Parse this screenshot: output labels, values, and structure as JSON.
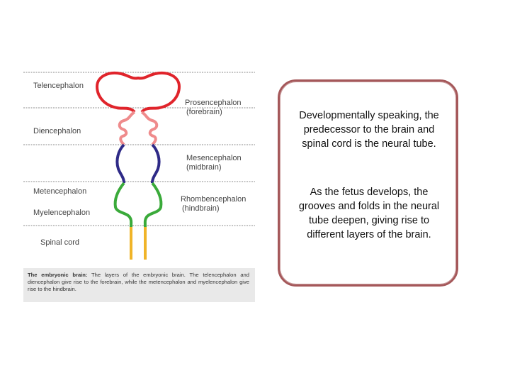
{
  "diagram": {
    "region_labels": {
      "telencephalon": "Telencephalon",
      "diencephalon": "Diencephalon",
      "metencephalon": "Metencephalon",
      "myelencephalon": "Myelencephalon",
      "spinal_cord": "Spinal cord"
    },
    "division_labels": {
      "prosencephalon": "Prosencephalon",
      "prosencephalon_sub": "(forebrain)",
      "mesencephalon": "Mesencephalon",
      "mesencephalon_sub": "(midbrain)",
      "rhombencephalon": "Rhombencephalon",
      "rhombencephalon_sub": "(hindbrain)"
    },
    "caption": {
      "bold": "The embryonic brain:",
      "text": " The layers of the embryonic brain. The telencephalon and diencephalon give rise to the forebrain, while the metencephalon and myelencephalon give rise to the hindbrain."
    },
    "colors": {
      "telencephalon": "#e0242b",
      "diencephalon": "#ef8b8c",
      "mesencephalon": "#2e2a87",
      "rhombencephalon": "#3aaa3a",
      "spinal_cord": "#f0b428"
    }
  },
  "textbox": {
    "paragraph1": "Developmentally speaking, the predecessor to the brain and spinal cord is the neural tube.",
    "paragraph2": "As the fetus develops, the grooves and folds in the neural tube deepen, giving rise to different layers of the brain."
  }
}
